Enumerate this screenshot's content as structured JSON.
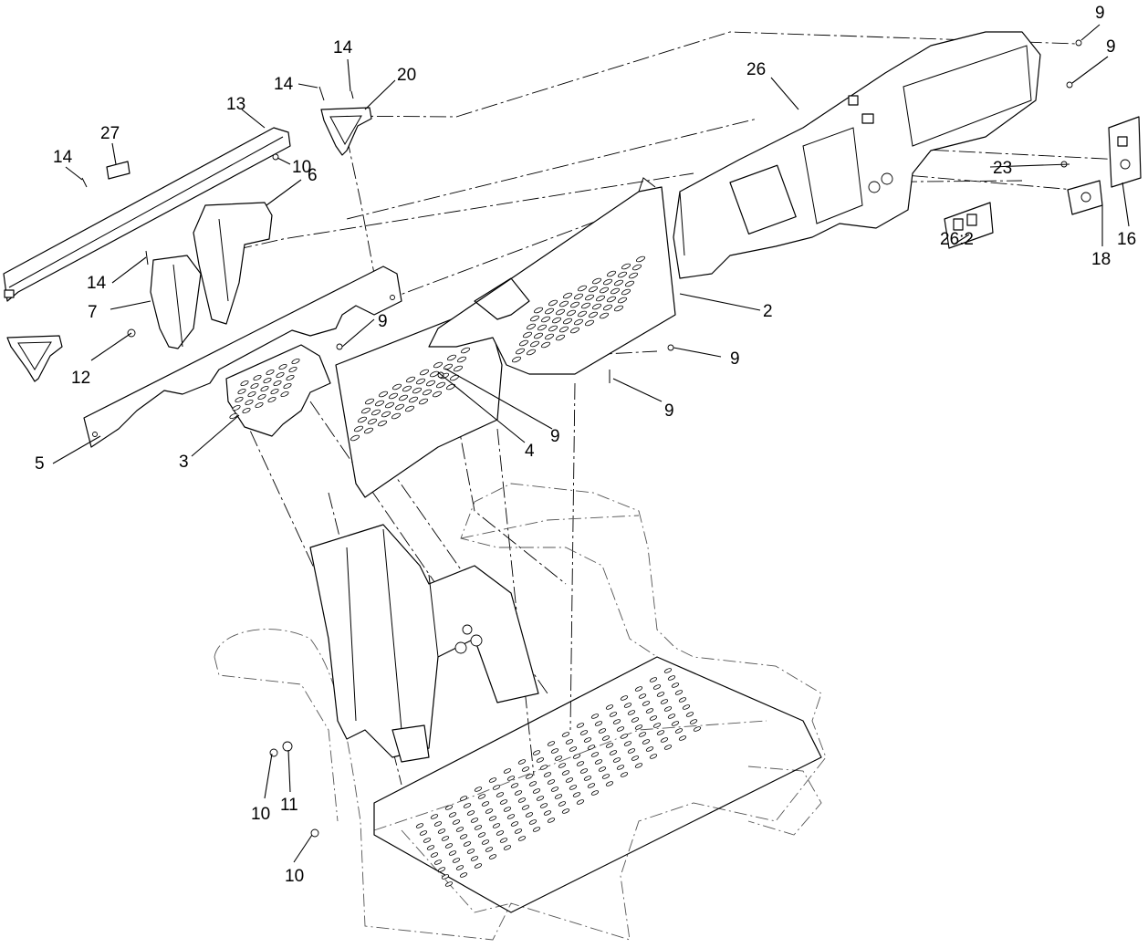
{
  "diagram": {
    "callouts": [
      {
        "id": "c9-top-right",
        "text": "9"
      },
      {
        "id": "c9-right",
        "text": "9"
      },
      {
        "id": "c14-top",
        "text": "14"
      },
      {
        "id": "c14-mid",
        "text": "14"
      },
      {
        "id": "c20",
        "text": "20"
      },
      {
        "id": "c26",
        "text": "26"
      },
      {
        "id": "c13",
        "text": "13"
      },
      {
        "id": "c27",
        "text": "27"
      },
      {
        "id": "c14-left",
        "text": "14"
      },
      {
        "id": "c10-upper",
        "text": "10"
      },
      {
        "id": "c6",
        "text": "6"
      },
      {
        "id": "c23",
        "text": "23"
      },
      {
        "id": "c16",
        "text": "16"
      },
      {
        "id": "c26-2",
        "text": "26:2"
      },
      {
        "id": "c18",
        "text": "18"
      },
      {
        "id": "c2",
        "text": "2"
      },
      {
        "id": "c14-lower",
        "text": "14"
      },
      {
        "id": "c7",
        "text": "7"
      },
      {
        "id": "c9-center",
        "text": "9"
      },
      {
        "id": "c12",
        "text": "12"
      },
      {
        "id": "c9-right-mid",
        "text": "9"
      },
      {
        "id": "c9-right-low",
        "text": "9"
      },
      {
        "id": "c9-mid",
        "text": "9"
      },
      {
        "id": "c4",
        "text": "4"
      },
      {
        "id": "c5",
        "text": "5"
      },
      {
        "id": "c3",
        "text": "3"
      },
      {
        "id": "c10-lower",
        "text": "10"
      },
      {
        "id": "c11",
        "text": "11"
      },
      {
        "id": "c10-bottom",
        "text": "10"
      }
    ]
  }
}
